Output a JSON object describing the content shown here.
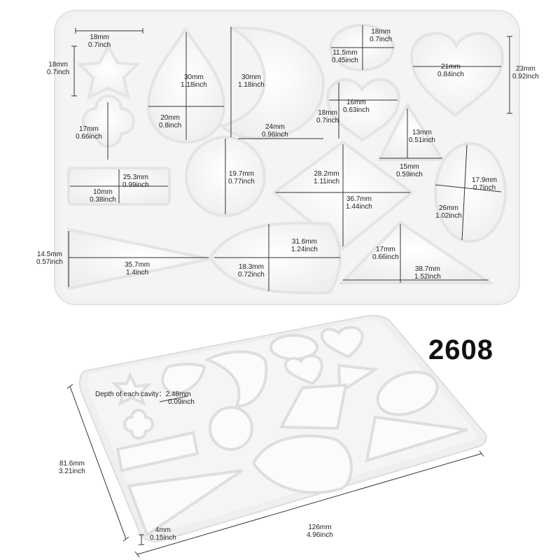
{
  "product": {
    "code": "2608",
    "depth_label": "Depth of each cavity：",
    "depth_mm": "2.48mm",
    "depth_inch": "0.09inch"
  },
  "measurements": {
    "star": {
      "mm": "18mm",
      "inch": "0.7inch"
    },
    "star_height": {
      "mm": "18mm",
      "inch": "0.7inch"
    },
    "drop_height": {
      "mm": "30mm",
      "inch": "1.18inch"
    },
    "drop_width": {
      "mm": "20mm",
      "inch": "0.8inch"
    },
    "moon_height": {
      "mm": "30mm",
      "inch": "1.18inch"
    },
    "moon_width": {
      "mm": "24mm",
      "inch": "0.96inch"
    },
    "small_oval_width": {
      "mm": "18mm",
      "inch": "0.7inch"
    },
    "small_oval_height": {
      "mm": "11.5mm",
      "inch": "0.45inch"
    },
    "big_heart_width": {
      "mm": "21mm",
      "inch": "0.84inch"
    },
    "mold_height": {
      "mm": "23mm",
      "inch": "0.92inch"
    },
    "small_heart_width": {
      "mm": "16mm",
      "inch": "0.63inch"
    },
    "small_heart_height": {
      "mm": "18mm",
      "inch": "0.7inch"
    },
    "clover": {
      "mm": "17mm",
      "inch": "0.66inch"
    },
    "small_triangle_height": {
      "mm": "13mm",
      "inch": "0.51inch"
    },
    "small_triangle_width": {
      "mm": "15mm",
      "inch": "0.59inch"
    },
    "rect_width": {
      "mm": "25.3mm",
      "inch": "0.99inch"
    },
    "rect_height": {
      "mm": "10mm",
      "inch": "0.38inch"
    },
    "circle": {
      "mm": "19.7mm",
      "inch": "0.77inch"
    },
    "diamond_height": {
      "mm": "28.2mm",
      "inch": "1.11inch"
    },
    "diamond_width": {
      "mm": "36.7mm",
      "inch": "1.44inch"
    },
    "oval_width": {
      "mm": "17.9mm",
      "inch": "0.7inch"
    },
    "oval_height": {
      "mm": "26mm",
      "inch": "1.02inch"
    },
    "long_triangle_height": {
      "mm": "14.5mm",
      "inch": "0.57inch"
    },
    "long_triangle_width": {
      "mm": "35.7mm",
      "inch": "1.4inch"
    },
    "leaf_width": {
      "mm": "31.6mm",
      "inch": "1.24inch"
    },
    "leaf_height": {
      "mm": "18.3mm",
      "inch": "0.72inch"
    },
    "right_triangle_height": {
      "mm": "17mm",
      "inch": "0.66inch"
    },
    "right_triangle_width": {
      "mm": "38.7mm",
      "inch": "1.52inch"
    },
    "tray_height": {
      "mm": "81.6mm",
      "inch": "3.21inch"
    },
    "tray_width": {
      "mm": "126mm",
      "inch": "4.96inch"
    },
    "tray_thickness": {
      "mm": "4mm",
      "inch": "0.15inch"
    }
  },
  "colors": {
    "mold": "#f2f2f2",
    "cavity": "#fbfbfb",
    "edge": "#d9d9d9",
    "line": "#333333"
  }
}
